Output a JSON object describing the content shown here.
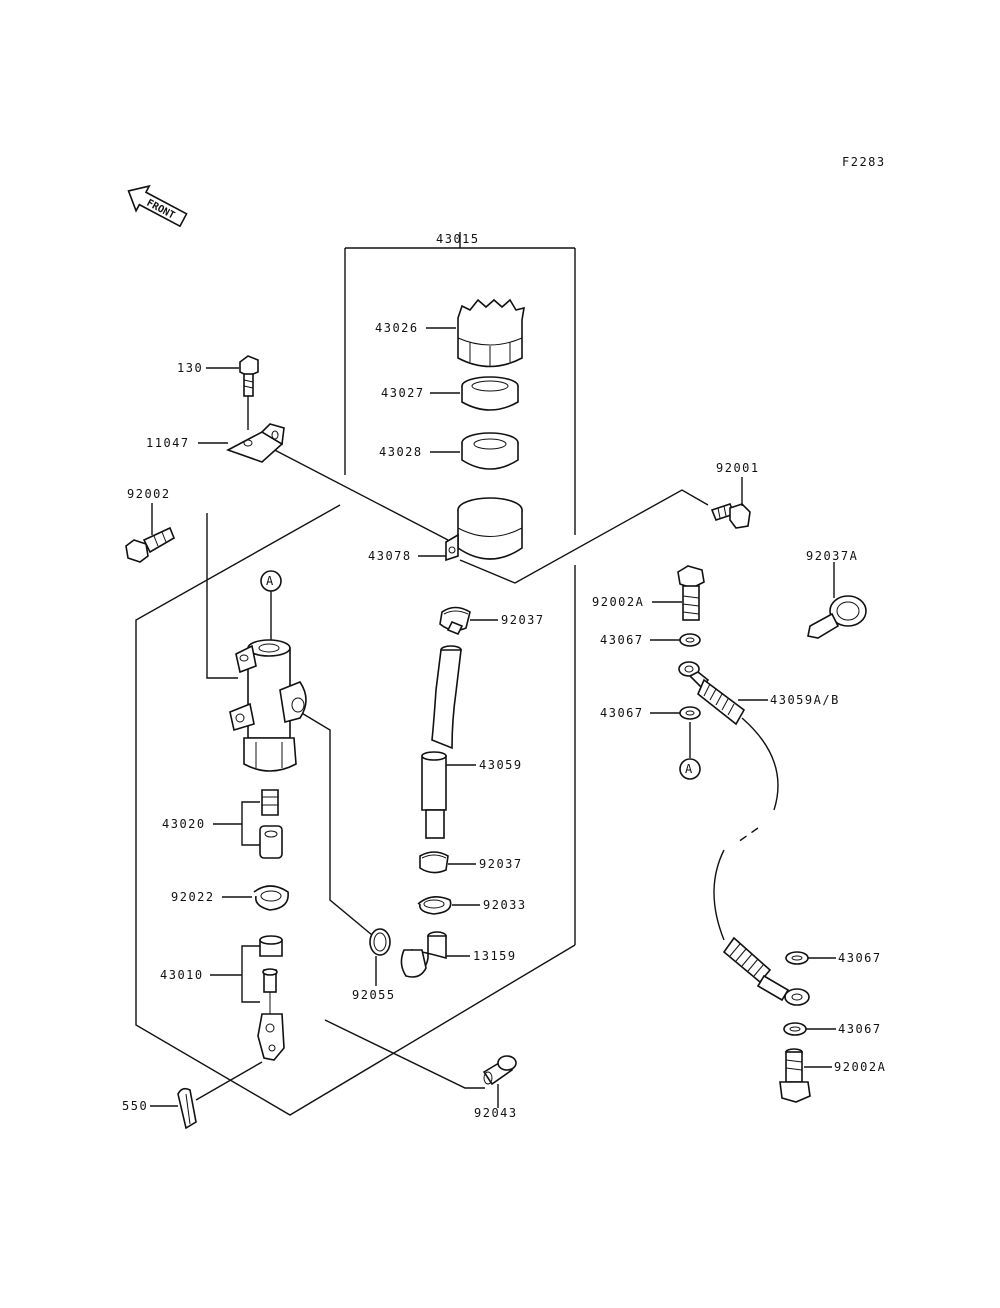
{
  "figure_code": "F2283",
  "front_marker": "FRONT",
  "callout_A": "A",
  "labels": {
    "p43015": "43015",
    "p43026": "43026",
    "p43027": "43027",
    "p43028": "43028",
    "p43078": "43078",
    "p130": "130",
    "p11047": "11047",
    "p92002": "92002",
    "p92001": "92001",
    "p92037A": "92037A",
    "p92002A_top": "92002A",
    "p43067_1": "43067",
    "p43067_2": "43067",
    "p43059AB": "43059A/B",
    "p92037_top": "92037",
    "p43059": "43059",
    "p92037_bot": "92037",
    "p92033": "92033",
    "p13159": "13159",
    "p43020": "43020",
    "p92022": "92022",
    "p43010": "43010",
    "p92055": "92055",
    "p550": "550",
    "p92043": "92043",
    "p43067_3": "43067",
    "p43067_4": "43067",
    "p92002A_bot": "92002A"
  }
}
